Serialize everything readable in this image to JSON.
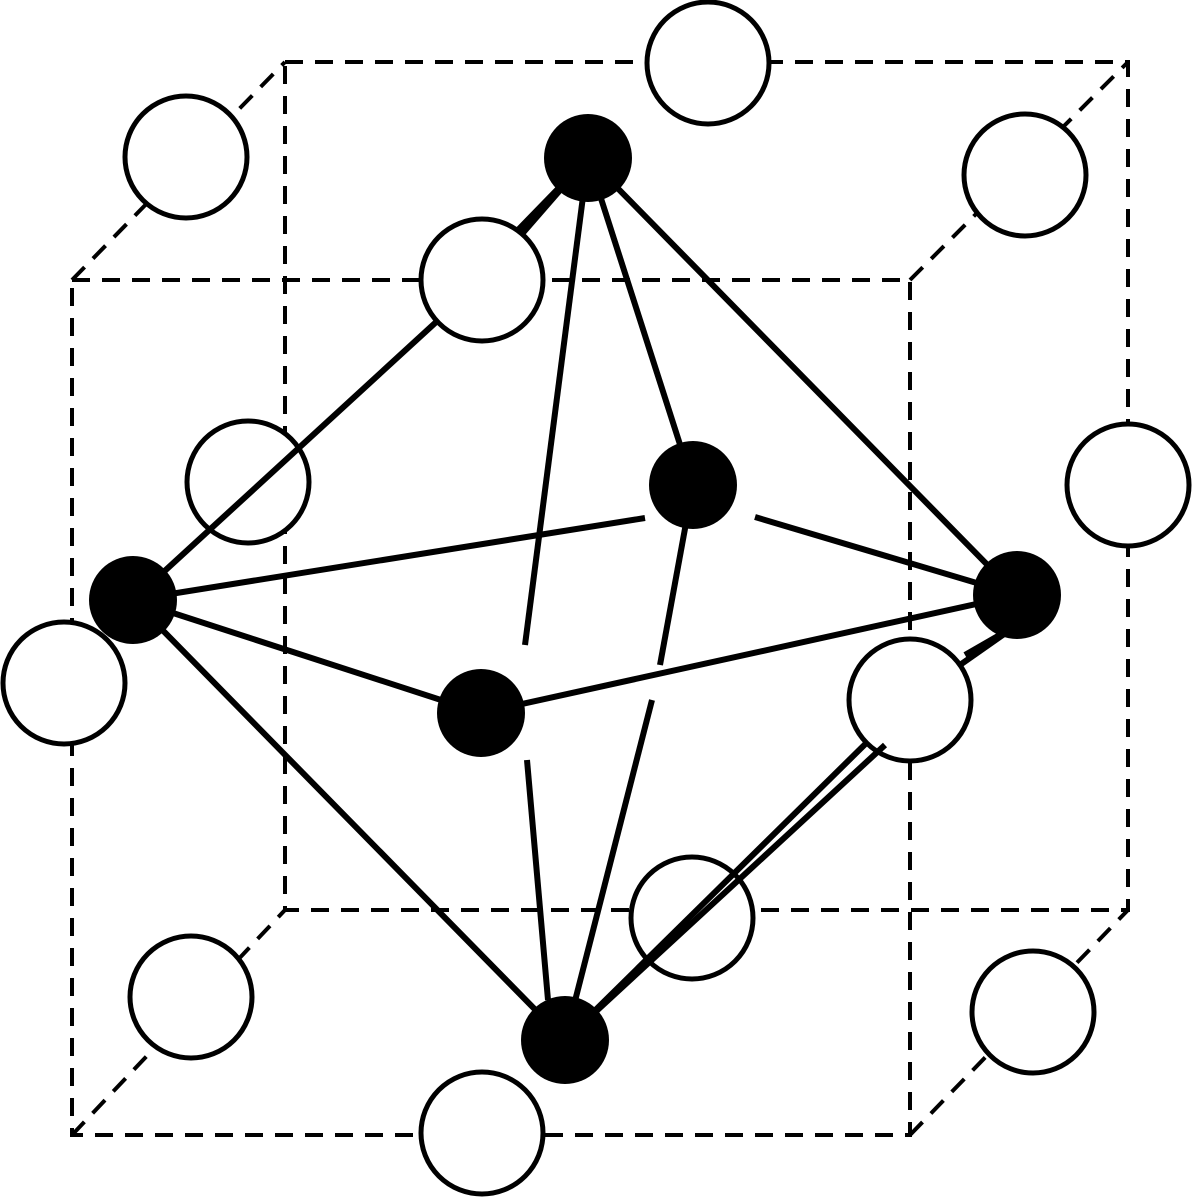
{
  "diagram": {
    "kind": "octahedral-site-in-cubic-lattice",
    "colors": {
      "background": "#ffffff",
      "stroke": "#000000",
      "filled_atom": "#000000",
      "open_atom": "#ffffff"
    },
    "counts": {
      "filled_atoms": 6,
      "open_atoms": 12
    }
  }
}
